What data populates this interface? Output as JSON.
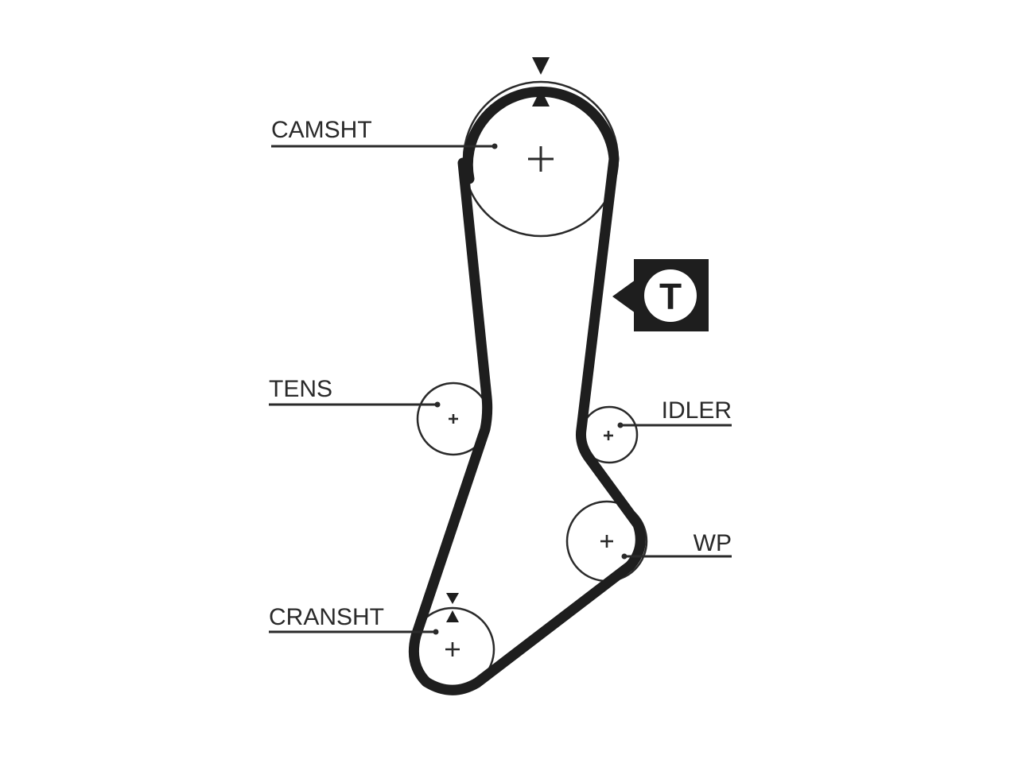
{
  "labels": {
    "camshaft": "CAMSHT",
    "tensioner": "TENS",
    "idler": "IDLER",
    "water_pump": "WP",
    "crankshaft": "CRANSHT"
  },
  "tension_badge": {
    "letter": "T"
  },
  "colors": {
    "line": "#2a2a2a",
    "belt": "#1e1e1e",
    "background": "#ffffff"
  }
}
